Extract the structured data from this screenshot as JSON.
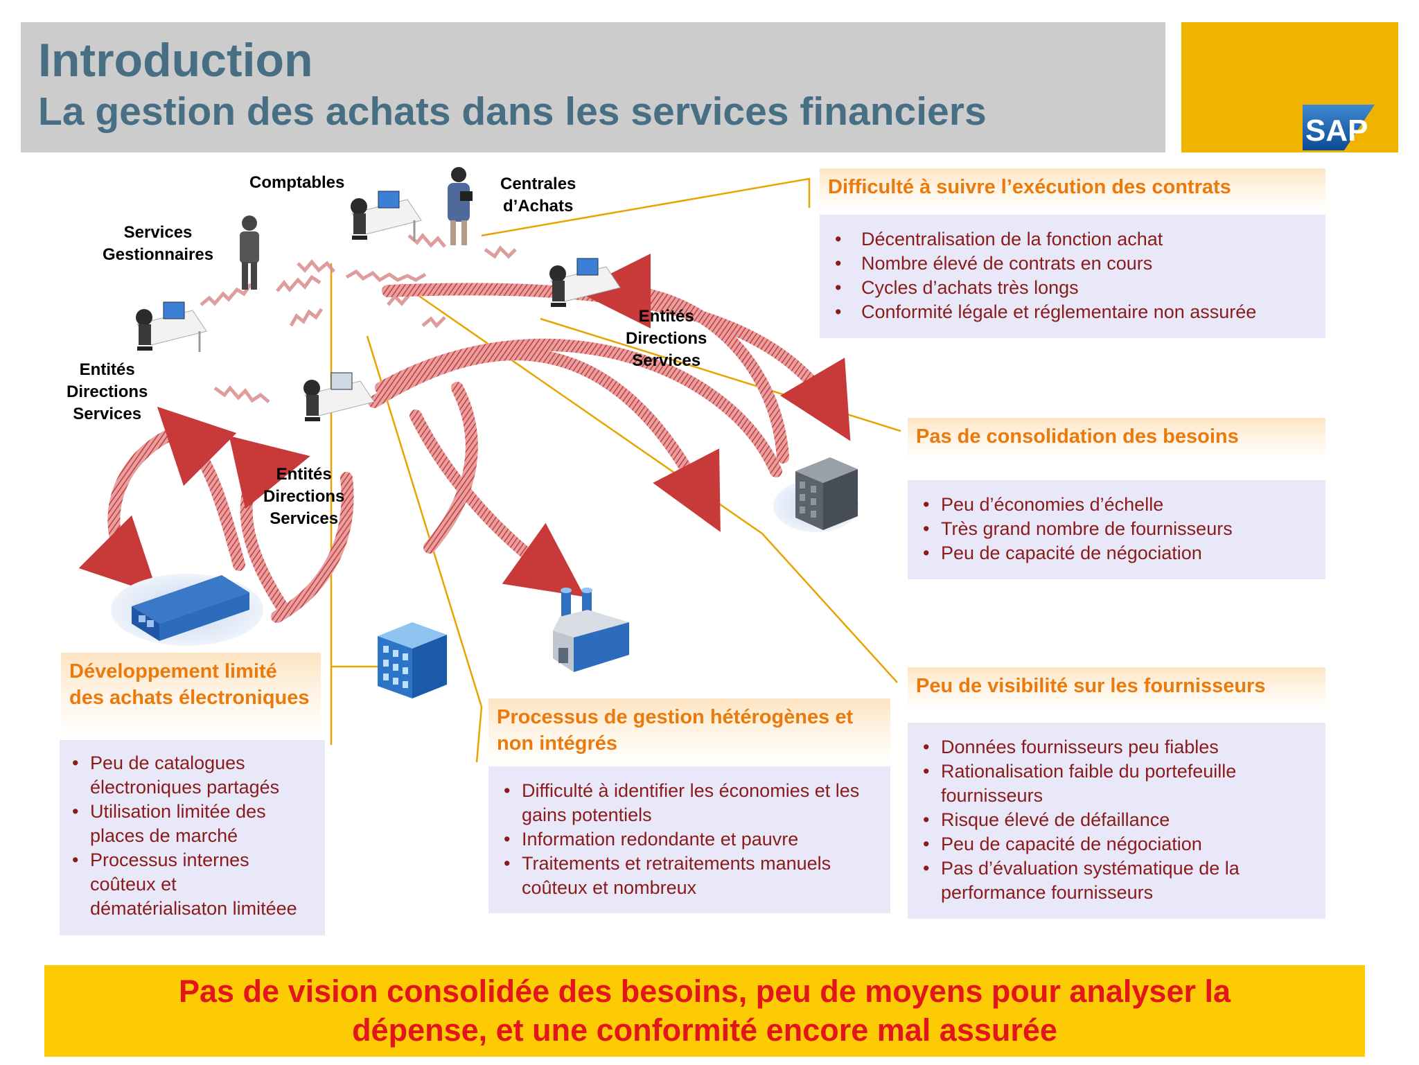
{
  "header": {
    "title": "Introduction",
    "subtitle": "La gestion des achats dans les services financiers",
    "logo_text": "SAP"
  },
  "colors": {
    "title": "#486e84",
    "header_bar": "#cccccc",
    "logo_block": "#f0b400",
    "callout_title": "#ea7a0c",
    "callout_text": "#8b1a1a",
    "callout_bg": "#e8e8f8",
    "banner_bg": "#fdcb03",
    "banner_text": "#e1151a",
    "connector": "#e8a300",
    "arrow": "#cf3a3a"
  },
  "diagram_labels": {
    "comptables": "Comptables",
    "centrales": "Centrales\nd’Achats",
    "services_gestionnaires": "Services\nGestionnaires",
    "entites_left": "Entités\nDirections\nServices",
    "entites_center": "Entités\nDirections\nServices",
    "entites_right": "Entités\nDirections\nServices"
  },
  "callouts": {
    "contrats": {
      "title": "Difficulté à suivre l’exécution des contrats",
      "items": [
        "Décentralisation de la fonction achat",
        "Nombre élevé de contrats en cours",
        "Cycles d’achats très longs",
        "Conformité légale et réglementaire non assurée"
      ]
    },
    "consolidation": {
      "title": "Pas de consolidation des besoins",
      "items": [
        "Peu d’économies d’échelle",
        "Très grand nombre de fournisseurs",
        "Peu de capacité de négociation"
      ]
    },
    "visibilite": {
      "title": "Peu de visibilité sur les fournisseurs",
      "items": [
        "Données fournisseurs peu fiables",
        "Rationalisation faible du portefeuille fournisseurs",
        "Risque élevé de défaillance",
        "Peu de capacité de négociation",
        "Pas d’évaluation systématique de la performance fournisseurs"
      ]
    },
    "electronique": {
      "title": "Développement limité des achats électroniques",
      "items": [
        "Peu de catalogues électroniques partagés",
        "Utilisation limitée des places de marché",
        "Processus internes coûteux et dématérialisaton limitéee"
      ]
    },
    "processus": {
      "title": "Processus de gestion hétérogènes et non intégrés",
      "items": [
        "Difficulté à identifier les économies et les gains potentiels",
        "Information redondante et pauvre",
        "Traitements et retraitements manuels coûteux et nombreux"
      ]
    }
  },
  "banner": {
    "line1": "Pas de vision consolidée des besoins, peu de moyens pour analyser la",
    "line2": "dépense, et une conformité encore mal assurée"
  },
  "icons": {
    "desk": "desk-workstation-icon",
    "person": "person-icon",
    "warehouse": "warehouse-icon",
    "office": "office-building-icon",
    "factory": "factory-icon"
  }
}
